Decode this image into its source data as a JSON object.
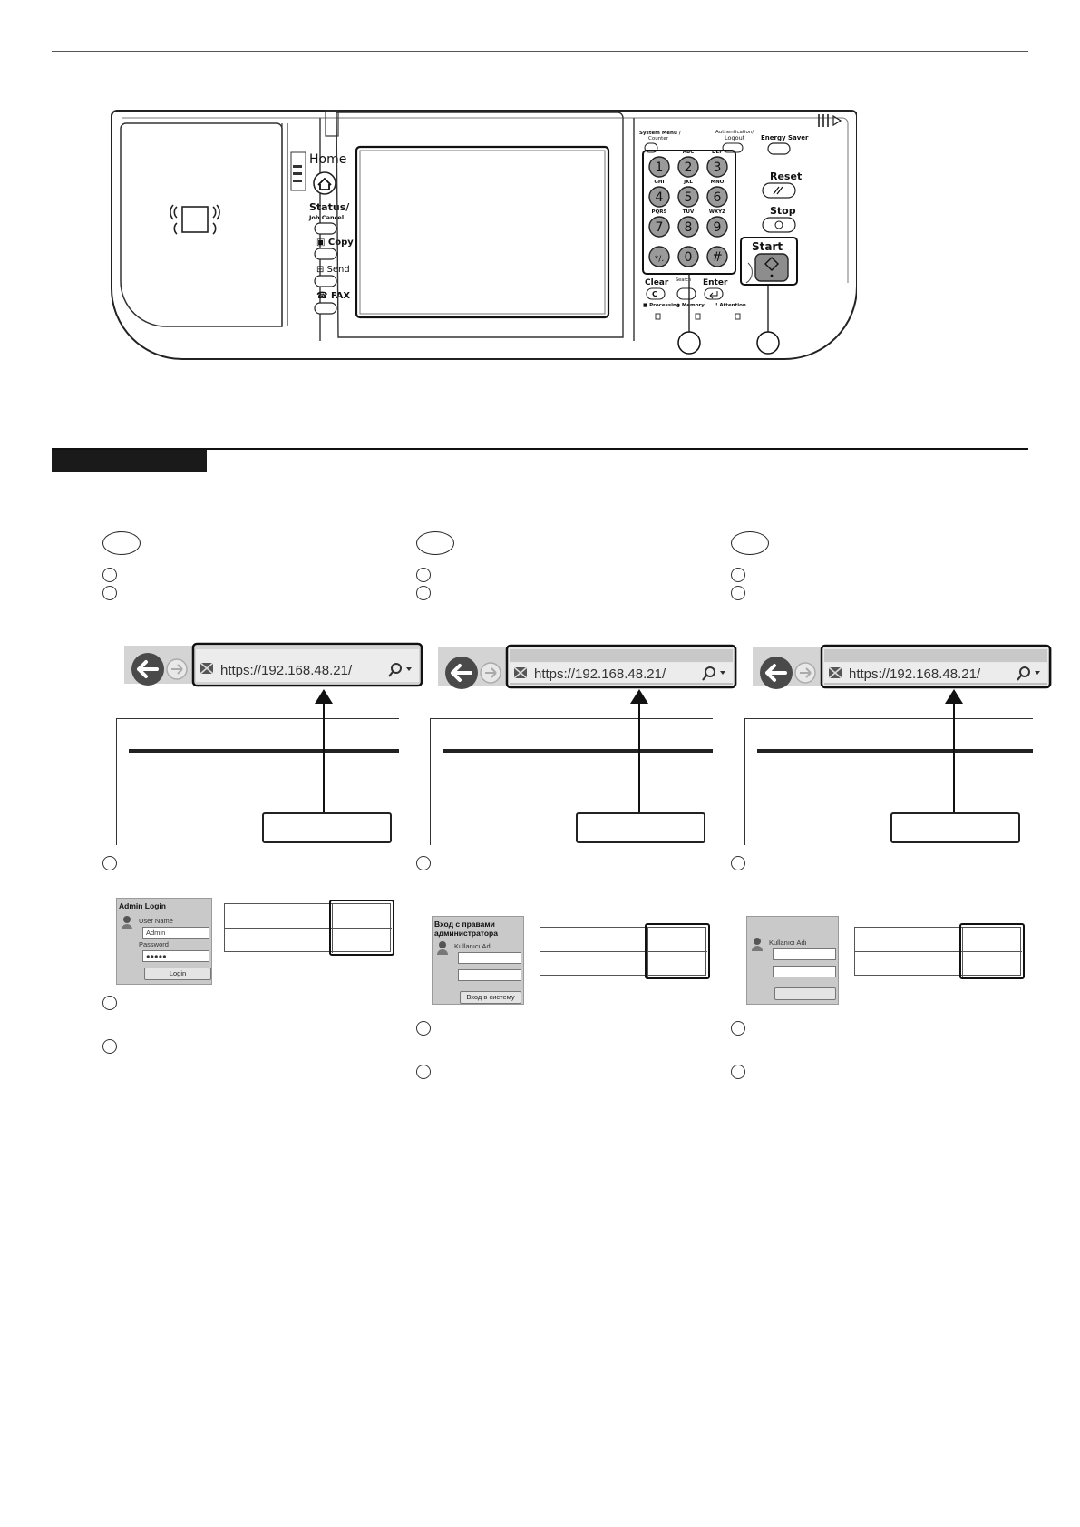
{
  "panel": {
    "home_label": "Home",
    "status_label": "Status/",
    "job_cancel_label": "Job Cancel",
    "copy_label": "Copy",
    "send_label": "Send",
    "fax_label": "FAX",
    "system_menu_label": "System Menu /",
    "counter_label": "Counter",
    "authentication_label": "Authentication/",
    "logout_label": "Logout",
    "energy_saver_label": "Energy Saver",
    "reset_label": "Reset",
    "stop_label": "Stop",
    "start_label": "Start",
    "clear_label": "Clear",
    "enter_label": "Enter",
    "search_label": "Search",
    "processing_label": "Processing",
    "memory_label": "Memory",
    "attention_label": "Attention",
    "keys": [
      {
        "digit": "1",
        "letters": ""
      },
      {
        "digit": "2",
        "letters": "ABC"
      },
      {
        "digit": "3",
        "letters": "DEF"
      },
      {
        "digit": "4",
        "letters": "GHI"
      },
      {
        "digit": "5",
        "letters": "JKL"
      },
      {
        "digit": "6",
        "letters": "MNO"
      },
      {
        "digit": "7",
        "letters": "PQRS"
      },
      {
        "digit": "8",
        "letters": "TUV"
      },
      {
        "digit": "9",
        "letters": "WXYZ"
      },
      {
        "digit": "*/.",
        "letters": ""
      },
      {
        "digit": "0",
        "letters": ""
      },
      {
        "digit": "#",
        "letters": ""
      }
    ]
  },
  "columns": [
    {
      "url": "https://192.168.48.21/",
      "login": {
        "title": "Admin Login",
        "user_label": "User Name",
        "user_value": "Admin",
        "password_label": "Password",
        "password_value": "●●●●●",
        "button": "Login"
      }
    },
    {
      "url": "https://192.168.48.21/",
      "login": {
        "title": "Вход с правами администратора",
        "user_label": "Kullanıcı Adı",
        "user_value": "",
        "password_label": "",
        "password_value": "",
        "button": "Вход в систему"
      }
    },
    {
      "url": "https://192.168.48.21/",
      "login": {
        "title": "",
        "user_label": "Kullanıcı Adı",
        "user_value": "",
        "password_label": "",
        "password_value": "",
        "button": ""
      }
    }
  ],
  "colors": {
    "ink": "#111111",
    "screenshot_gray": "#c9c9c9",
    "key_fill": "#9a9a9a"
  }
}
